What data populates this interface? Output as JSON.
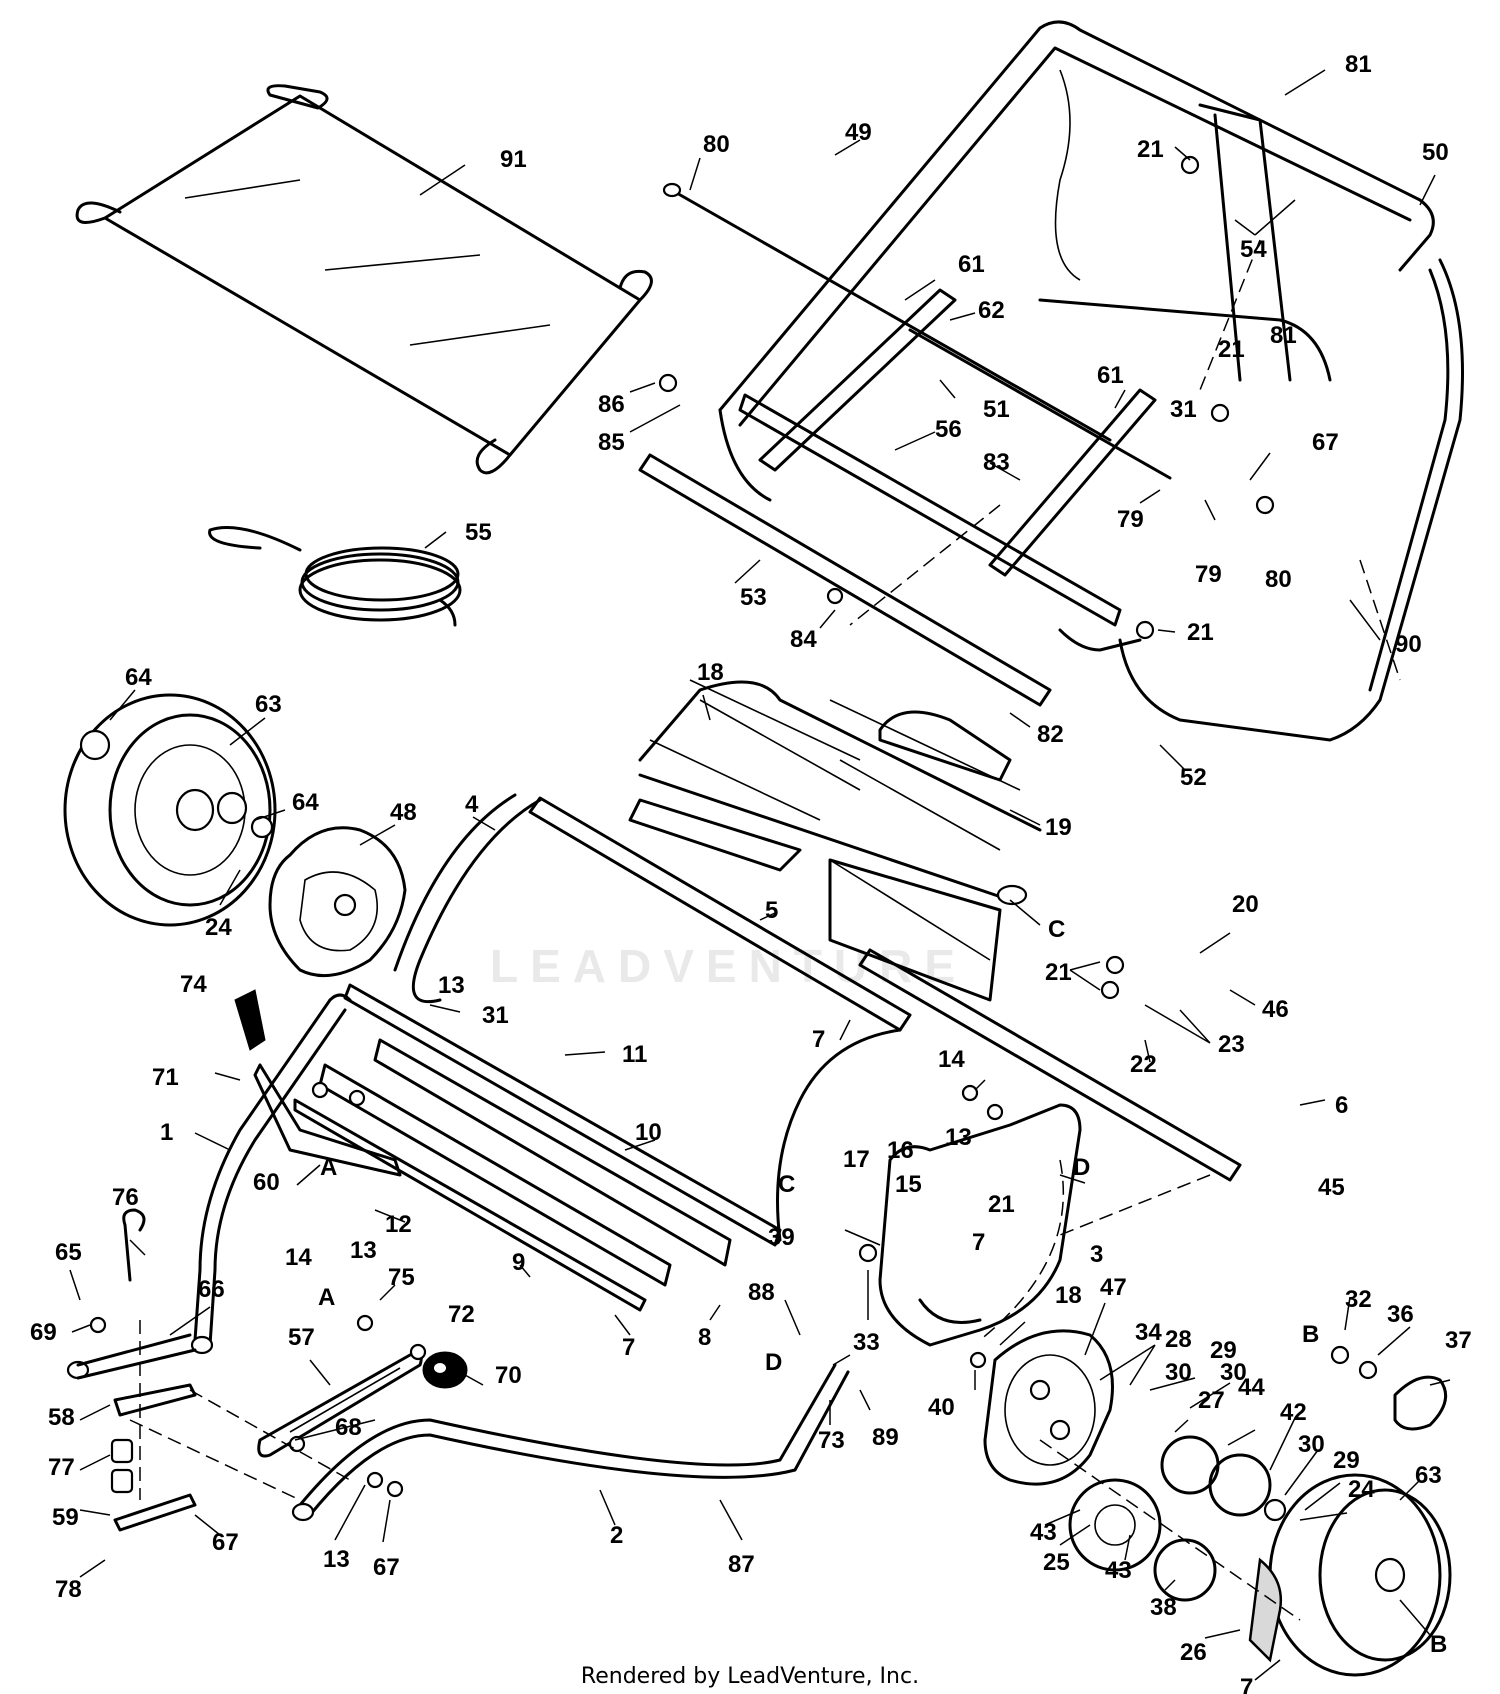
{
  "watermark": "LEADVENTURE",
  "footer": "Rendered by LeadVenture, Inc.",
  "callouts": [
    "91",
    "55",
    "80",
    "49",
    "81",
    "21",
    "50",
    "54",
    "61",
    "62",
    "86",
    "85",
    "51",
    "56",
    "83",
    "31",
    "79",
    "67",
    "53",
    "84",
    "80b",
    "21b",
    "90",
    "82",
    "52",
    "64",
    "63",
    "64b",
    "24",
    "48",
    "4",
    "18",
    "19",
    "5",
    "C",
    "20",
    "21c",
    "46",
    "23",
    "22",
    "74",
    "13",
    "31b",
    "11",
    "7",
    "71",
    "1",
    "60",
    "A",
    "12",
    "14",
    "13b",
    "10",
    "14b",
    "13c",
    "6",
    "D",
    "45",
    "17",
    "16",
    "C2",
    "15",
    "21d",
    "7b",
    "3",
    "39",
    "76",
    "65",
    "66",
    "69",
    "9",
    "75",
    "A2",
    "72",
    "70",
    "57",
    "58",
    "68",
    "77",
    "59",
    "67b",
    "78",
    "13d",
    "67c",
    "2",
    "87",
    "88",
    "D2",
    "89",
    "73",
    "8",
    "7c",
    "33",
    "40",
    "18b",
    "47",
    "34",
    "28",
    "29",
    "30",
    "30b",
    "27",
    "44",
    "42",
    "B",
    "32",
    "36",
    "37",
    "30c",
    "29b",
    "24b",
    "63b",
    "43",
    "25",
    "43b",
    "38",
    "26",
    "7d",
    "B2"
  ],
  "labels": {
    "91": "91",
    "55": "55",
    "80": "80",
    "49": "49",
    "81": "81",
    "21": "21",
    "50": "50",
    "54": "54",
    "61": "61",
    "62": "62",
    "86": "86",
    "85": "85",
    "51": "51",
    "56": "56",
    "83": "83",
    "31": "31",
    "79": "79",
    "67": "67",
    "53": "53",
    "84": "84",
    "80b": "80",
    "21b": "21",
    "90": "90",
    "82": "82",
    "52": "52",
    "64": "64",
    "63": "63",
    "64b": "64",
    "24": "24",
    "48": "48",
    "4": "4",
    "18": "18",
    "19": "19",
    "5": "5",
    "C": "C",
    "20": "20",
    "21c": "21",
    "46": "46",
    "23": "23",
    "22": "22",
    "74": "74",
    "13": "13",
    "31b": "31",
    "11": "11",
    "7": "7",
    "71": "71",
    "1": "1",
    "60": "60",
    "A": "A",
    "12": "12",
    "14": "14",
    "13b": "13",
    "10": "10",
    "14b": "14",
    "13c": "13",
    "6": "6",
    "D": "D",
    "45": "45",
    "17": "17",
    "16": "16",
    "C2": "C",
    "15": "15",
    "21d": "21",
    "7b": "7",
    "3": "3",
    "39": "39",
    "76": "76",
    "65": "65",
    "66": "66",
    "69": "69",
    "9": "9",
    "75": "75",
    "A2": "A",
    "72": "72",
    "70": "70",
    "57": "57",
    "58": "58",
    "68": "68",
    "77": "77",
    "59": "59",
    "67b": "67",
    "78": "78",
    "13d": "13",
    "67c": "67",
    "2": "2",
    "87": "87",
    "88": "88",
    "D2": "D",
    "89": "89",
    "73": "73",
    "8": "8",
    "7c": "7",
    "33": "33",
    "40": "40",
    "18b": "18",
    "47": "47",
    "34": "34",
    "28": "28",
    "29": "29",
    "30": "30",
    "30b": "30",
    "27": "27",
    "44": "44",
    "42": "42",
    "B": "B",
    "32": "32",
    "36": "36",
    "37": "37",
    "30c": "30",
    "29b": "29",
    "24b": "24",
    "63b": "63",
    "43": "43",
    "25": "25",
    "43b": "43",
    "38": "38",
    "26": "26",
    "7d": "7",
    "B2": "B"
  }
}
